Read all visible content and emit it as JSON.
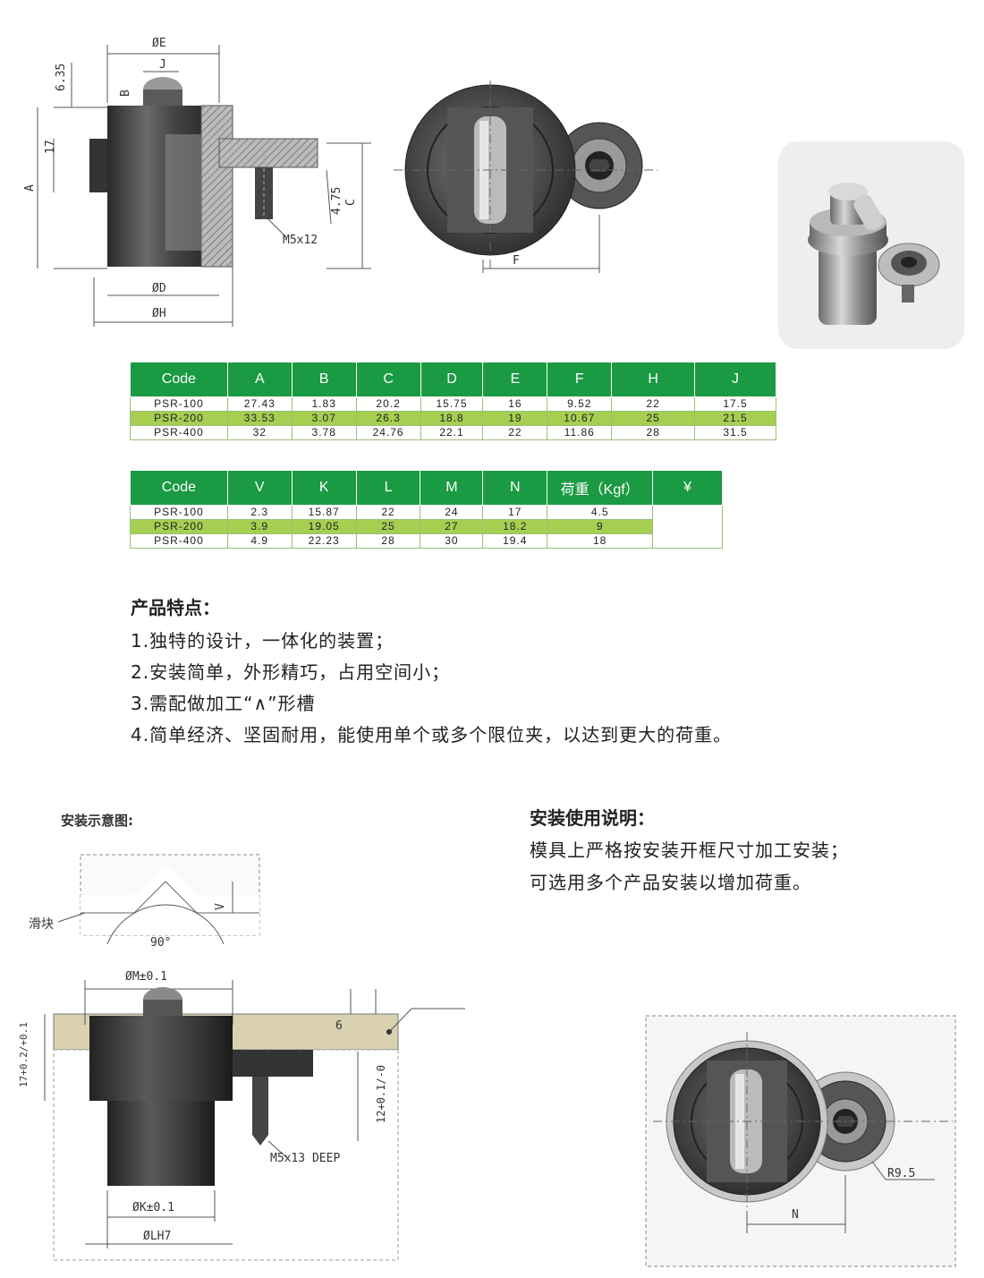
{
  "drawing1": {
    "labels": {
      "E": "ØE",
      "J": "J",
      "B": "B",
      "h635": "6.35",
      "h17": "17",
      "A": "A",
      "h475": "4.75",
      "C": "C",
      "M5": "M5x12",
      "D": "ØD",
      "H": "ØH",
      "F": "F"
    }
  },
  "table1": {
    "headers": [
      "Code",
      "A",
      "B",
      "C",
      "D",
      "E",
      "F",
      "H",
      "J"
    ],
    "rows": [
      [
        "PSR-100",
        "27.43",
        "1.83",
        "20.2",
        "15.75",
        "16",
        "9.52",
        "22",
        "17.5"
      ],
      [
        "PSR-200",
        "33.53",
        "3.07",
        "26.3",
        "18.8",
        "19",
        "10.67",
        "25",
        "21.5"
      ],
      [
        "PSR-400",
        "32",
        "3.78",
        "24.76",
        "22.1",
        "22",
        "11.86",
        "28",
        "31.5"
      ]
    ]
  },
  "table2": {
    "headers": [
      "Code",
      "V",
      "K",
      "L",
      "M",
      "N",
      "荷重（Kgf）",
      "¥"
    ],
    "rows": [
      [
        "PSR-100",
        "2.3",
        "15.87",
        "22",
        "24",
        "17",
        "4.5"
      ],
      [
        "PSR-200",
        "3.9",
        "19.05",
        "25",
        "27",
        "18.2",
        "9"
      ],
      [
        "PSR-400",
        "4.9",
        "22.23",
        "28",
        "30",
        "19.4",
        "18"
      ]
    ]
  },
  "features": {
    "title": "产品特点：",
    "items": [
      "1.独特的设计，一体化的装置；",
      "2.安装简单，外形精巧，占用空间小；",
      "3.需配做加工“∧”形槽",
      "4.简单经济、坚固耐用，能使用单个或多个限位夹，以达到更大的荷重。"
    ]
  },
  "installation": {
    "title": "安装使用说明：",
    "items": [
      "模具上严格按安装开框尺寸加工安装；",
      "可选用多个产品安装以增加荷重。"
    ]
  },
  "schematic": {
    "title": "安装示意图:",
    "labels": {
      "slider": "滑块",
      "angle": "90°",
      "V": "V",
      "M": "ØM±0.1",
      "six": "6",
      "h17": "17+0.2/+0.1",
      "h12": "12+0.1/-0",
      "M5": "M5x13 DEEP",
      "K": "ØK±0.1",
      "L": "ØLH7",
      "R": "R9.5",
      "N": "N"
    }
  },
  "colors": {
    "header_green": "#1a9a42",
    "highlight_green": "#a6cf52",
    "metal_dark": "#3a3a3a",
    "plate_tan": "#d9d1b0"
  }
}
